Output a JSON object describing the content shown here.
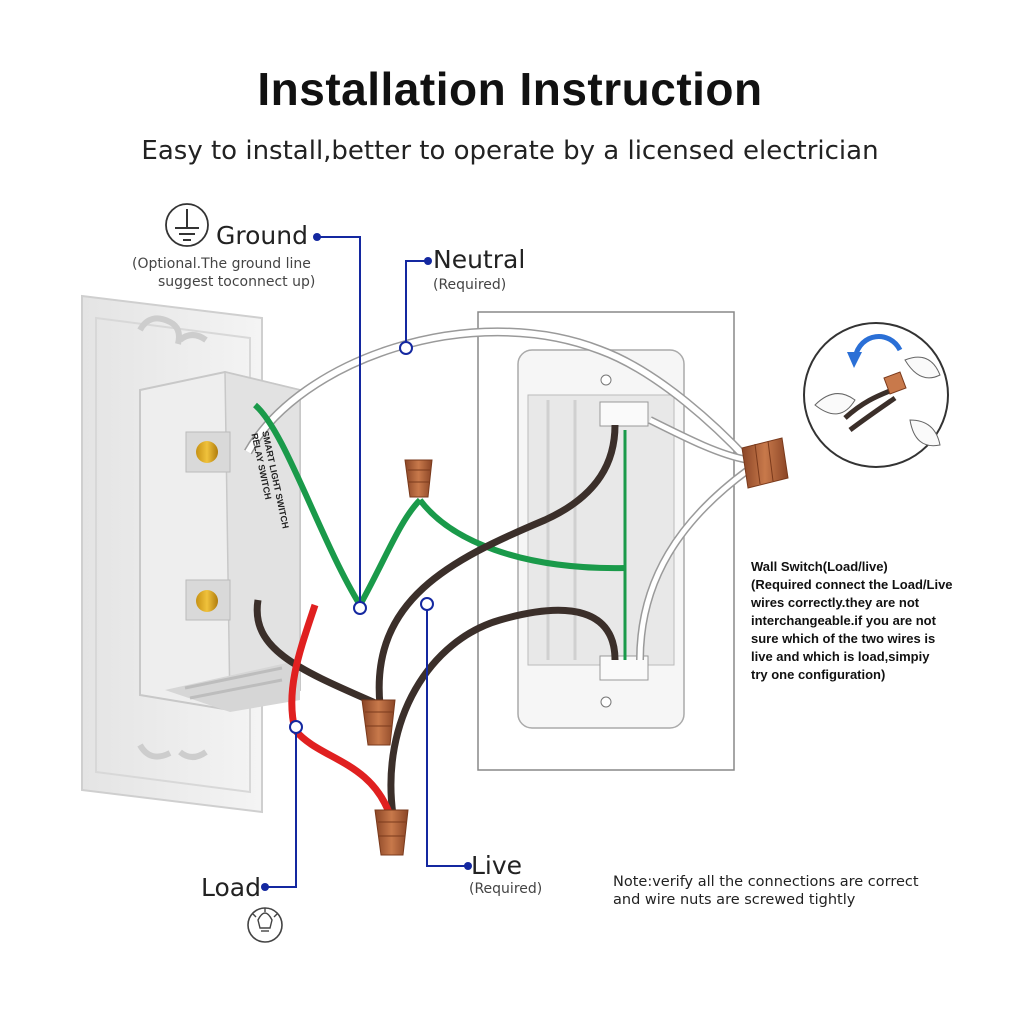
{
  "header": {
    "title": "Installation Instruction",
    "subtitle": "Easy to install,better to operate by a licensed electrician"
  },
  "labels": {
    "ground": {
      "name": "Ground",
      "note_line1": "(Optional.The ground line",
      "note_line2": "suggest toconnect up)"
    },
    "neutral": {
      "name": "Neutral",
      "note": "(Required)"
    },
    "live": {
      "name": "Live",
      "note": "(Required)"
    },
    "load": {
      "name": "Load"
    },
    "relay_text_line1": "SMART LIGHT SWITCH",
    "relay_text_line2": "RELAY SWITCH"
  },
  "wall_switch_note": [
    "Wall Switch(Load/live)",
    "(Required connect the Load/Live",
    "wires correctly.they are not",
    "interchangeable.if you are not",
    "sure which of the two wires is",
    "live and which is load,simpiy",
    "try one configuration)"
  ],
  "bottom_note": [
    "Note:verify all the connections are correct",
    "and wire nuts are screwed tightly"
  ],
  "icons": [
    "ground-symbol-icon",
    "light-bulb-icon",
    "twist-arrow-icon"
  ],
  "colors": {
    "ground_wire": "#1a9a4a",
    "live_wire": "#3b2f2a",
    "load_wire": "#e02020",
    "neutral_wire": "#ffffff",
    "leader_line": "#1428a0",
    "wire_nut": "#b5643a"
  }
}
